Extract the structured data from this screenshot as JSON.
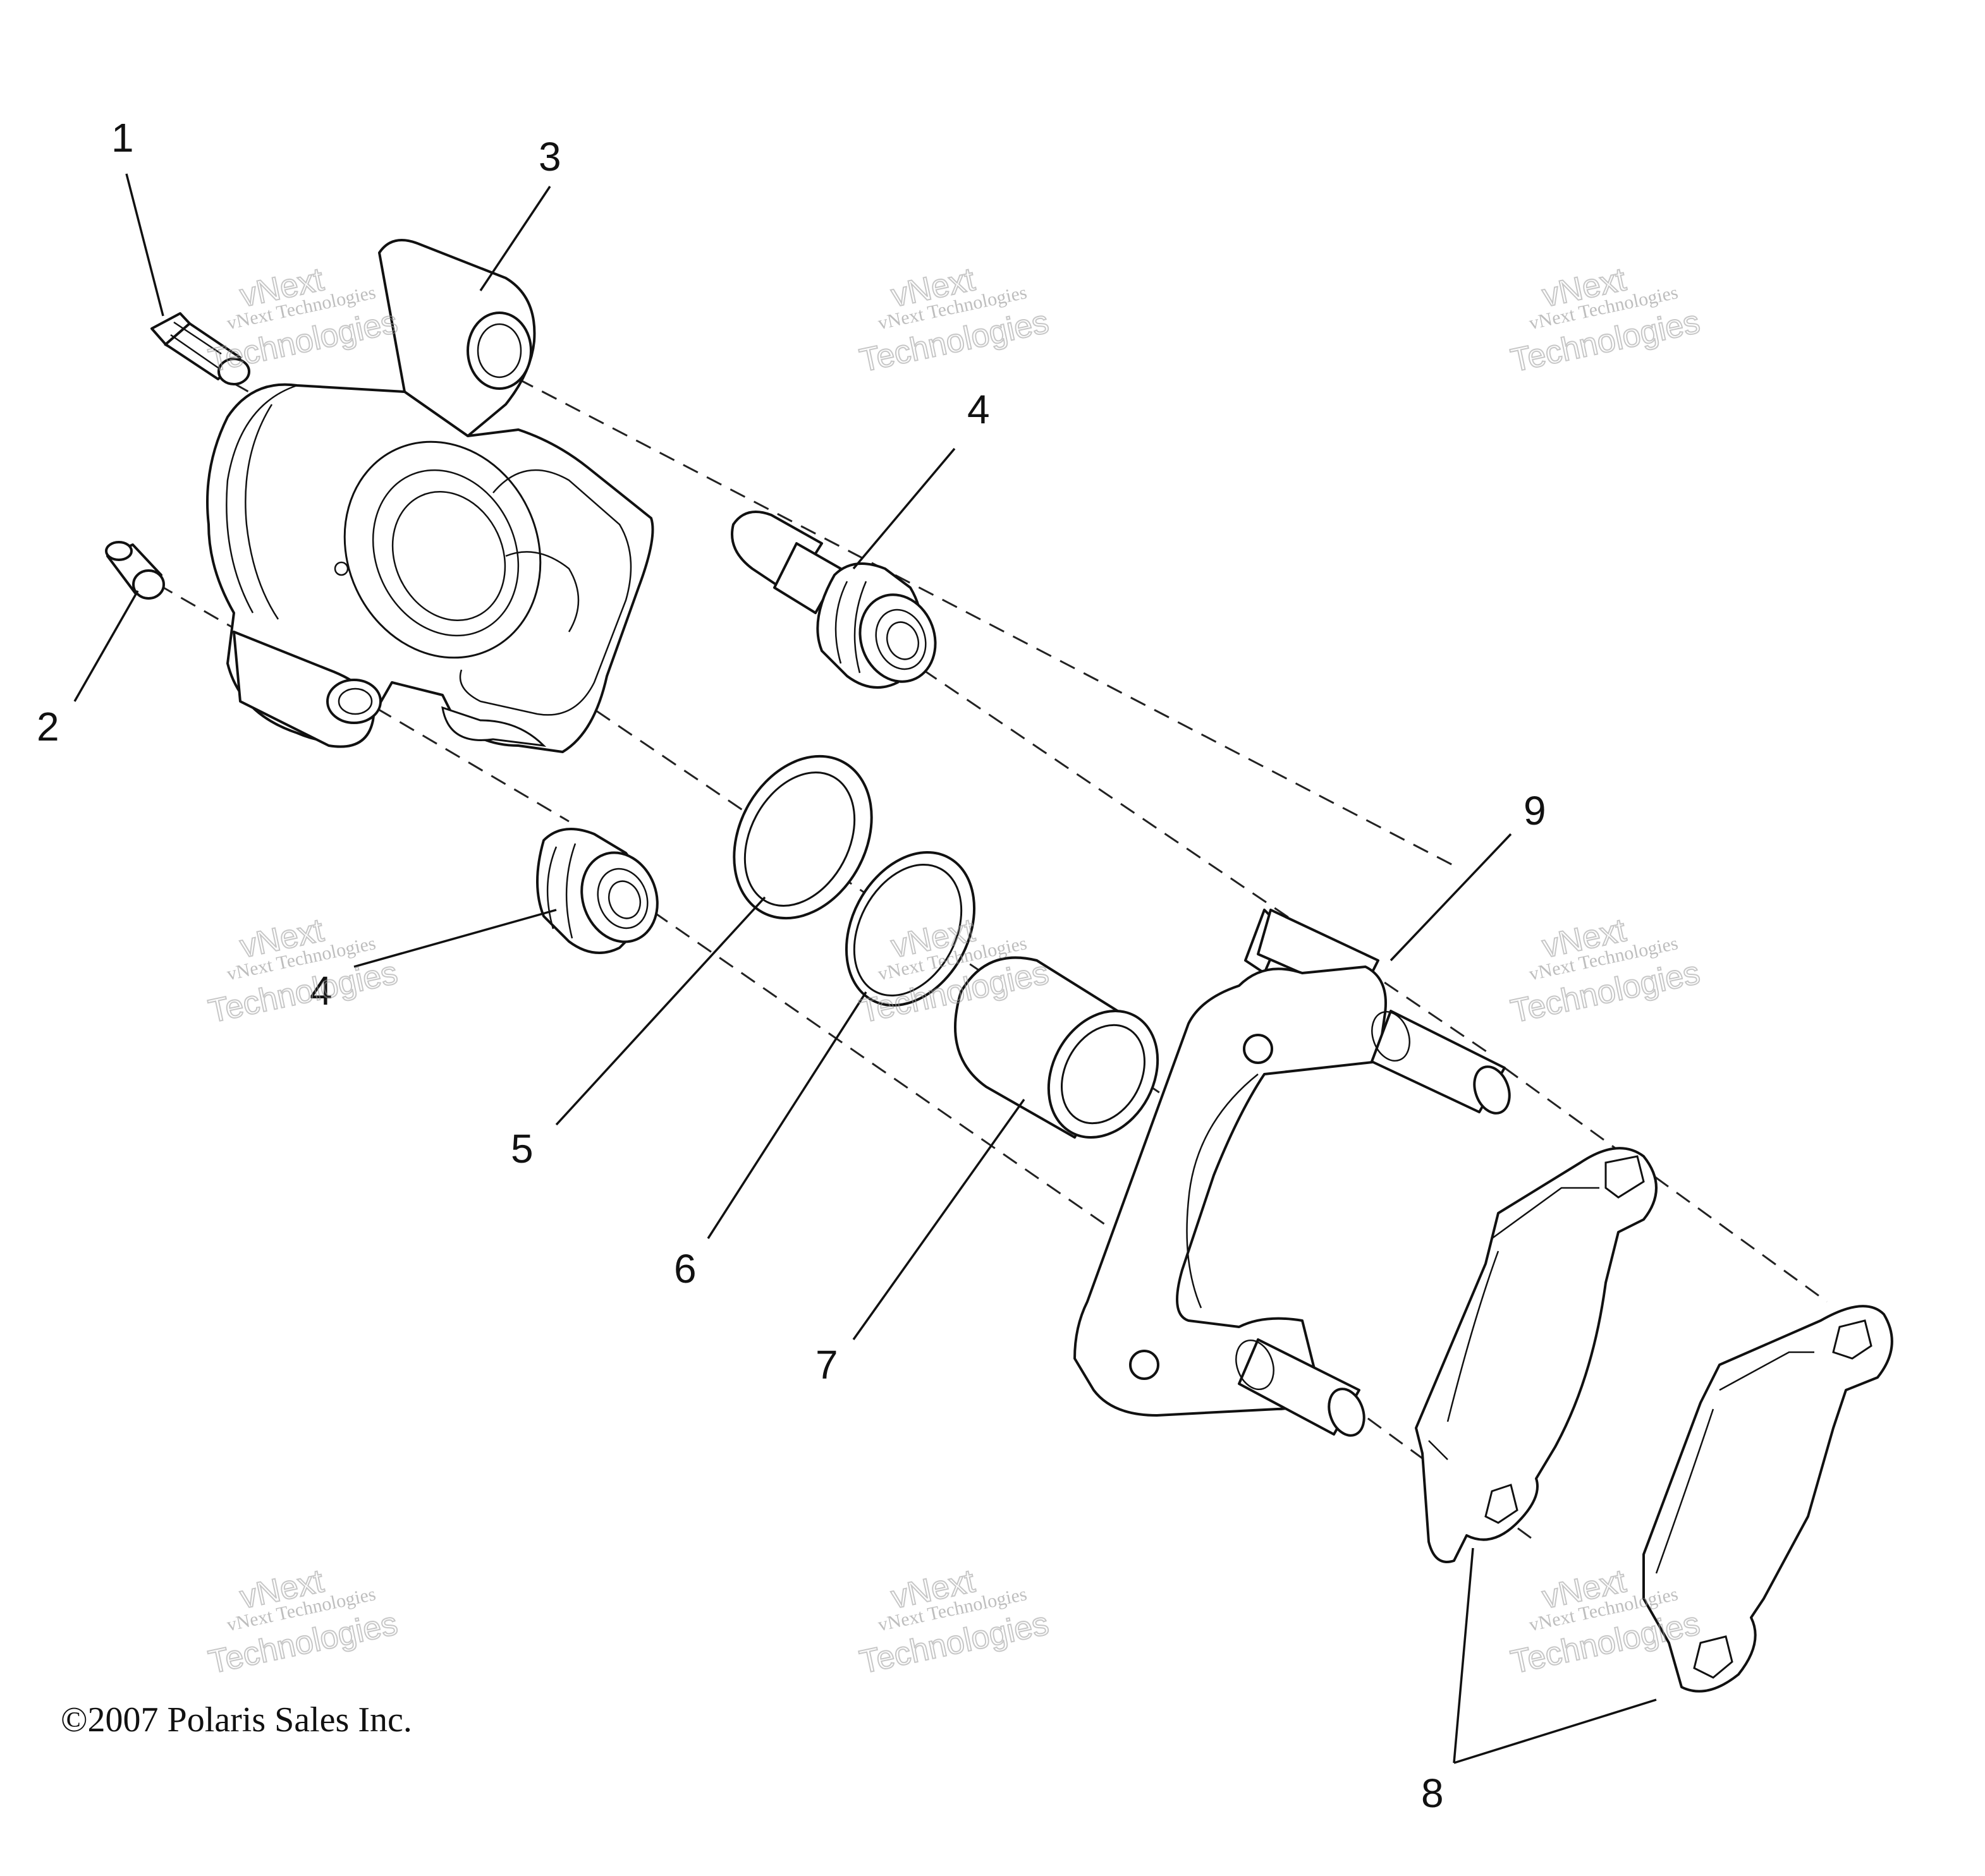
{
  "diagram": {
    "callouts": [
      {
        "id": "1",
        "label": "1"
      },
      {
        "id": "2",
        "label": "2"
      },
      {
        "id": "3",
        "label": "3"
      },
      {
        "id": "4a",
        "label": "4"
      },
      {
        "id": "4b",
        "label": "4"
      },
      {
        "id": "5",
        "label": "5"
      },
      {
        "id": "6",
        "label": "6"
      },
      {
        "id": "7",
        "label": "7"
      },
      {
        "id": "8",
        "label": "8"
      },
      {
        "id": "9",
        "label": "9"
      }
    ],
    "watermark": {
      "line1": "vNext",
      "line2": "vNext Technologies",
      "line3": "Technologies"
    },
    "copyright": "©2007 Polaris Sales Inc."
  },
  "colors": {
    "line": "#111111",
    "background": "#ffffff",
    "watermark": "#9a9a9a"
  }
}
